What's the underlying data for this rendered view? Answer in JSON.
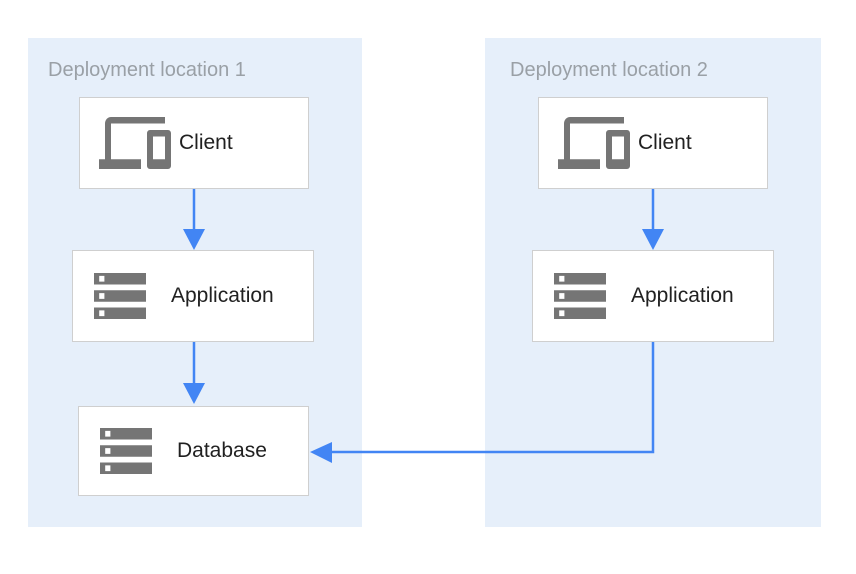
{
  "diagram": {
    "regions": [
      {
        "label": "Deployment location 1",
        "nodes": [
          {
            "label": "Client",
            "icon": "devices-icon"
          },
          {
            "label": "Application",
            "icon": "server-stack-icon"
          },
          {
            "label": "Database",
            "icon": "server-stack-icon"
          }
        ]
      },
      {
        "label": "Deployment location 2",
        "nodes": [
          {
            "label": "Client",
            "icon": "devices-icon"
          },
          {
            "label": "Application",
            "icon": "server-stack-icon"
          }
        ]
      }
    ],
    "edges": [
      {
        "from": "Client (location 1)",
        "to": "Application (location 1)",
        "direction": "down"
      },
      {
        "from": "Application (location 1)",
        "to": "Database (location 1)",
        "direction": "down"
      },
      {
        "from": "Client (location 2)",
        "to": "Application (location 2)",
        "direction": "down"
      },
      {
        "from": "Application (location 2)",
        "to": "Database (location 1)",
        "direction": "down-then-left"
      }
    ],
    "colors": {
      "region_background": "#E6EFFA",
      "arrow": "#4285F4",
      "icon": "#757575",
      "node_border": "#CFCFCF",
      "node_background": "#FFFFFF",
      "region_label_text": "#9AA0A6",
      "node_label_text": "#212121",
      "page_background": "#FFFFFF"
    }
  }
}
